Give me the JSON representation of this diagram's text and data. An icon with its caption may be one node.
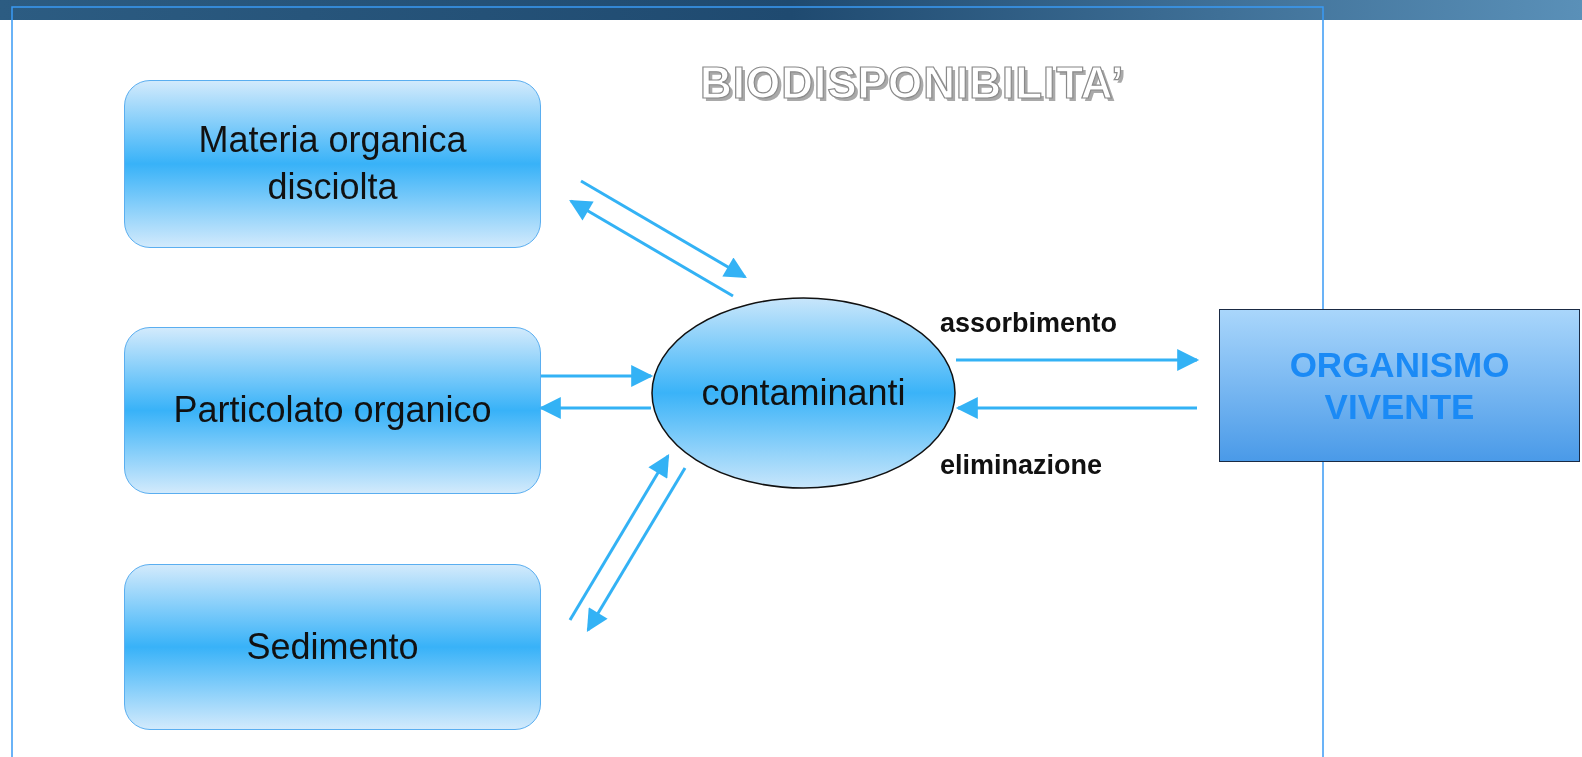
{
  "diagram": {
    "title": "BIODISPONIBILITA’",
    "nodes": [
      {
        "text": [
          "Materia organica disciolta"
        ]
      },
      {
        "text": [
          "Particolato organico"
        ]
      },
      {
        "text": [
          "Sedimento"
        ]
      },
      {
        "text": [
          "contaminanti"
        ]
      },
      {
        "text": [
          "ORGANISMO VIVENTE"
        ]
      }
    ],
    "edges": [
      {
        "from": 0,
        "to": 3,
        "arrow": "to"
      },
      {
        "from": 3,
        "to": 0,
        "arrow": "to"
      },
      {
        "from": 1,
        "to": 3,
        "arrow": "to"
      },
      {
        "from": 3,
        "to": 1,
        "arrow": "to"
      },
      {
        "from": 2,
        "to": 3,
        "arrow": "to"
      },
      {
        "from": 3,
        "to": 2,
        "arrow": "to"
      },
      {
        "from": 3,
        "to": 4,
        "arrow": "to",
        "label": "assorbimento"
      },
      {
        "from": 4,
        "to": 3,
        "arrow": "to",
        "label": "eliminazione"
      }
    ]
  }
}
